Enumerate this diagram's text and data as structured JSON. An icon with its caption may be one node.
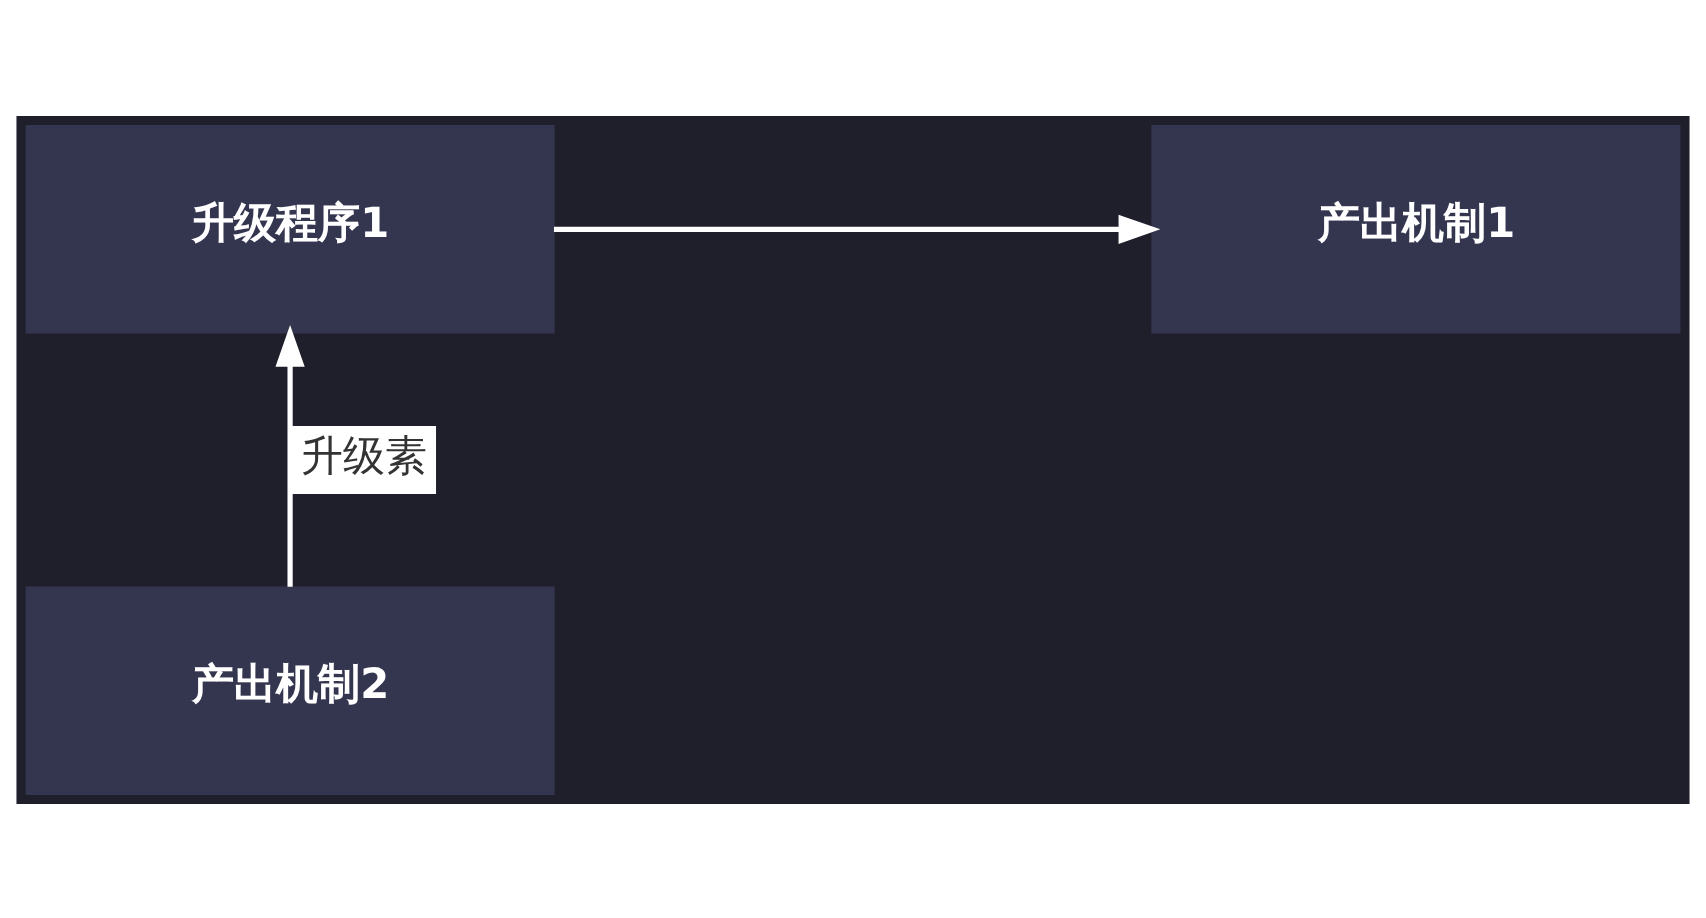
{
  "diagram": {
    "nodes": [
      {
        "text": [
          "产出机制1"
        ]
      },
      {
        "text": [
          "升级程序1"
        ]
      },
      {
        "text": [
          "产出机制2"
        ]
      }
    ],
    "edges": [
      {
        "from": 1,
        "to": 0,
        "arrow": "to"
      },
      {
        "from": 2,
        "to": 1,
        "arrow": "to",
        "label": "升级素"
      }
    ]
  }
}
